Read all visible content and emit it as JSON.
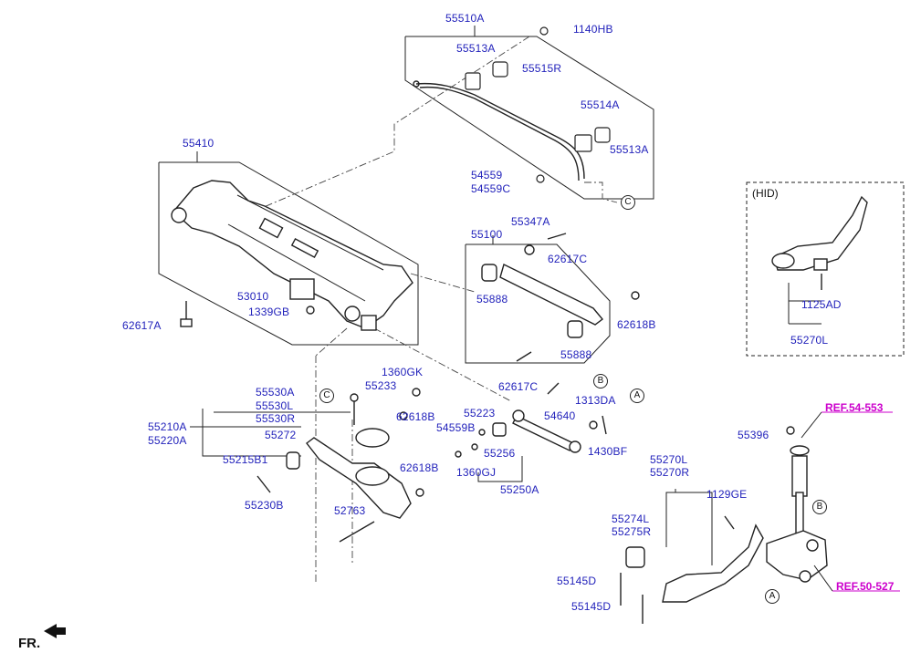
{
  "labels": {
    "l55510A": "55510A",
    "l1140HB": "1140HB",
    "l55513A_1": "55513A",
    "l55515R": "55515R",
    "l55514A": "55514A",
    "l55513A_2": "55513A",
    "l54559": "54559",
    "l54559C": "54559C",
    "l55410": "55410",
    "l53010": "53010",
    "l1339GB": "1339GB",
    "l62617A": "62617A",
    "l55100": "55100",
    "l55347A": "55347A",
    "l62617C_1": "62617C",
    "l55888_1": "55888",
    "l62618B_1": "62618B",
    "l55888_2": "55888",
    "l62617C_2": "62617C",
    "l55530A": "55530A",
    "l55530L": "55530L",
    "l55530R": "55530R",
    "l55233": "55233",
    "l1360GK": "1360GK",
    "l62618B_2": "62618B",
    "l55210A": "55210A",
    "l55220A": "55220A",
    "l55272": "55272",
    "l55215B1": "55215B1",
    "l55230B": "55230B",
    "l62618B_3": "62618B",
    "l52763": "52763",
    "l55223": "55223",
    "l54559B": "54559B",
    "l55256": "55256",
    "l1360GJ": "1360GJ",
    "l55250A": "55250A",
    "l54640": "54640",
    "l1313DA": "1313DA",
    "l1430BF": "1430BF",
    "l55270L_top": "55270L",
    "l55270R": "55270R",
    "l1129GE": "1129GE",
    "l55274L": "55274L",
    "l55275R": "55275R",
    "l55145D_1": "55145D",
    "l55145D_2": "55145D",
    "l55396": "55396",
    "hid_title": "(HID)",
    "l1125AD": "1125AD",
    "l55270L_hid": "55270L"
  },
  "refs": {
    "ref1": "REF.54-553",
    "ref2": "REF.50-527"
  },
  "callouts": {
    "c1": "C",
    "c2": "C",
    "b1": "B",
    "b2": "B",
    "a1": "A",
    "a2": "A"
  },
  "footer": {
    "fr": "FR."
  },
  "colors": {
    "label": "#2222bb",
    "ref": "#cc00cc",
    "line": "#222222"
  }
}
